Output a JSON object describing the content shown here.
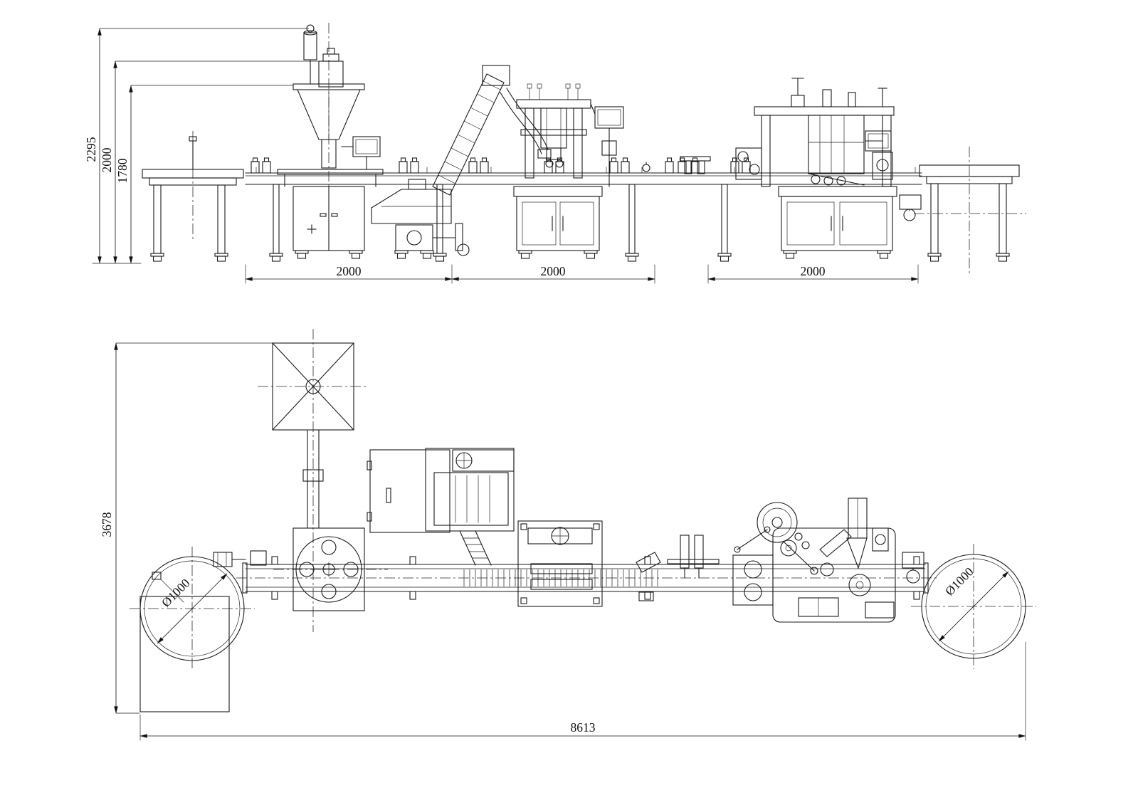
{
  "dims": {
    "elevation_heights": [
      "2295",
      "2000",
      "1780"
    ],
    "elevation_widths": [
      "2000",
      "2000",
      "2000"
    ],
    "plan_depth": "3678",
    "plan_length": "8613",
    "turntable_diameter_left": "Ø1000",
    "turntable_diameter_right": "Ø1000"
  },
  "colors": {
    "background": "#ffffff",
    "line": "#1a1a1a"
  }
}
